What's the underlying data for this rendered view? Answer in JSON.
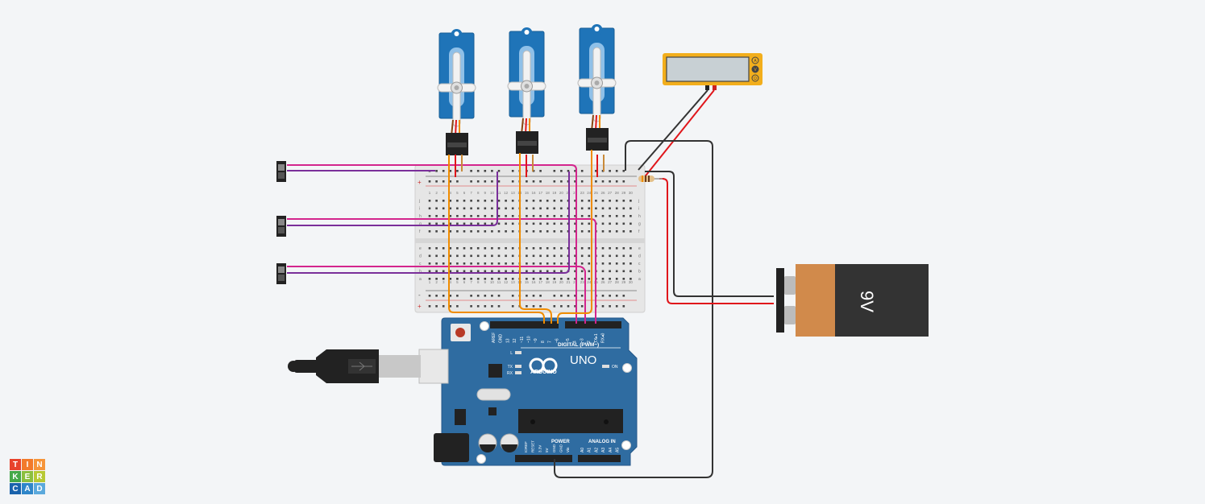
{
  "colors": {
    "background": "#f3f5f7",
    "arduino_blue": "#2f6ca1",
    "servo_blue": "#1f74b8",
    "wire_pink": "#d3258d",
    "wire_purple": "#7a2f9a",
    "wire_orange": "#f08c00",
    "wire_red": "#e0161b",
    "wire_black": "#333333",
    "multimeter_yellow": "#f2ae1c",
    "battery_orange": "#d18a4b"
  },
  "logo": {
    "letters": [
      "T",
      "I",
      "N",
      "K",
      "E",
      "R",
      "C",
      "A",
      "D"
    ],
    "colors": [
      "#e8432c",
      "#f27a2a",
      "#f6953a",
      "#45a848",
      "#8cbf3f",
      "#b7c934",
      "#1a63ac",
      "#2f86c9",
      "#5ba9dc"
    ]
  },
  "arduino": {
    "brand": "ARDUINO",
    "model": "UNO",
    "digital_label": "DIGITAL (PWM~)",
    "power_label": "POWER",
    "analog_label": "ANALOG IN",
    "on_label": "ON",
    "led_labels": [
      "L",
      "TX",
      "RX"
    ],
    "digital_pins": [
      "AREF",
      "GND",
      "13",
      "12",
      "~11",
      "~10",
      "~9",
      "8",
      "7",
      "~6",
      "~5",
      "4",
      "~3",
      "2",
      "TX▸1",
      "RX◂0"
    ],
    "power_pins": [
      "IOREF",
      "RESET",
      "3.3V",
      "5V",
      "GND",
      "GND",
      "Vin"
    ],
    "analog_pins": [
      "A0",
      "A1",
      "A2",
      "A3",
      "A4",
      "A5"
    ]
  },
  "battery": {
    "label": "9V"
  },
  "multimeter": {
    "modes": [
      "A",
      "V",
      "Ω"
    ],
    "selected": "V"
  },
  "breadboard": {
    "rows_top": [
      "j",
      "i",
      "h",
      "g",
      "f"
    ],
    "rows_bottom": [
      "e",
      "d",
      "c",
      "b",
      "a"
    ],
    "columns": 30,
    "rail_minus": "-",
    "rail_plus": "+"
  },
  "components": {
    "servos": 3,
    "slide_switches": 3,
    "resistors": 1
  }
}
